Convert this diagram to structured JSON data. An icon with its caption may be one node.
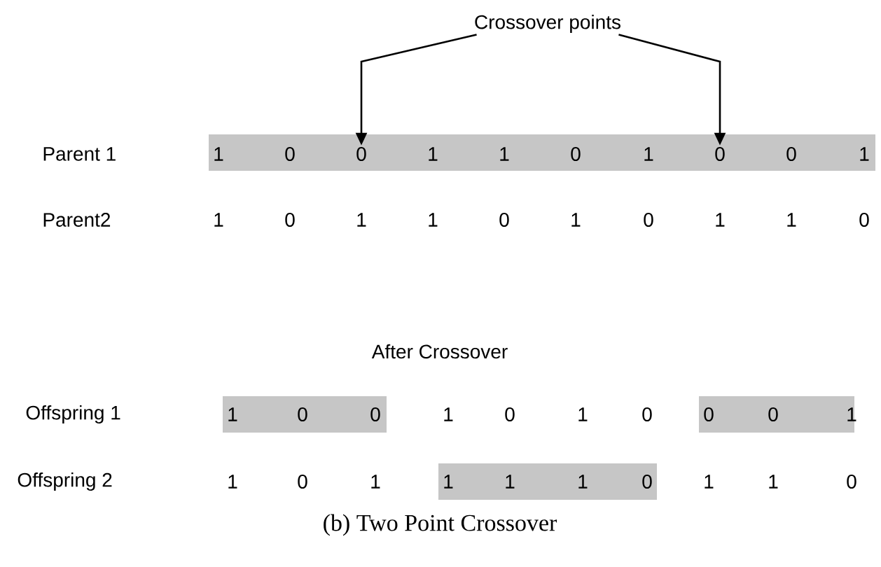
{
  "diagram": {
    "caption": "(b) Two Point Crossover",
    "nodes": [
      {
        "text": [
          "Crossover points"
        ]
      },
      {
        "text": [
          "Parent 1"
        ]
      },
      {
        "text": [
          "1"
        ],
        "in": 1
      },
      {
        "text": [
          "0"
        ],
        "in": 1
      },
      {
        "text": [
          "0"
        ],
        "in": 1
      },
      {
        "text": [
          "1"
        ],
        "in": 1
      },
      {
        "text": [
          "1"
        ],
        "in": 1
      },
      {
        "text": [
          "0"
        ],
        "in": 1
      },
      {
        "text": [
          "1"
        ],
        "in": 1
      },
      {
        "text": [
          "0"
        ],
        "in": 1
      },
      {
        "text": [
          "0"
        ],
        "in": 1
      },
      {
        "text": [
          "1"
        ],
        "in": 1
      }
    ],
    "edges": [
      {
        "from": 0,
        "to": 4,
        "arrow": "to"
      },
      {
        "from": 0,
        "to": 9,
        "arrow": "to"
      }
    ],
    "labels": [
      "Parent2",
      "1",
      "0",
      "1",
      "1",
      "0",
      "1",
      "0",
      "1",
      "1",
      "0",
      "After Crossover",
      "Offspring 1",
      "1",
      "0",
      "0",
      "1",
      "0",
      "1",
      "0",
      "0",
      "0",
      "1",
      "Offspring 2",
      "1",
      "0",
      "1",
      "1",
      "1",
      "1",
      "0",
      "1",
      "1",
      "0"
    ]
  }
}
